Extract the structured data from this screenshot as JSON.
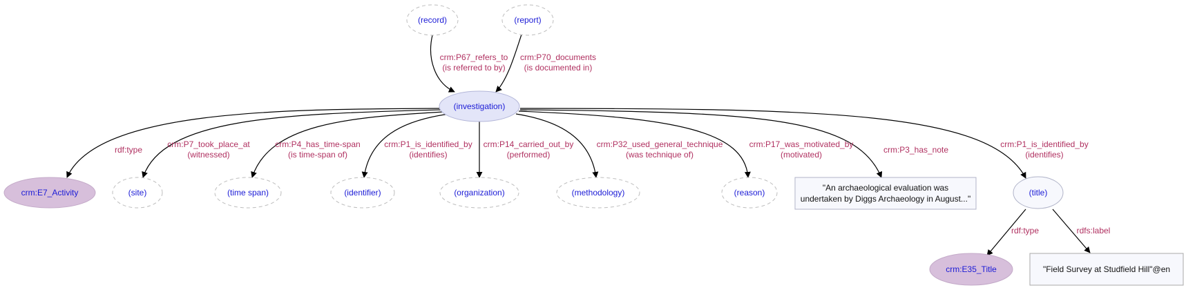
{
  "nodes": {
    "record": "(record)",
    "report": "(report)",
    "investigation": "(investigation)",
    "activity": "crm:E7_Activity",
    "site": "(site)",
    "timespan": "(time span)",
    "identifier": "(identifier)",
    "organization": "(organization)",
    "methodology": "(methodology)",
    "reason": "(reason)",
    "note": [
      "\"An archaeological evaluation was",
      "undertaken by Diggs Archaeology in August...\""
    ],
    "title": "(title)",
    "title_type": "crm:E35_Title",
    "title_label": "\"Field Survey at Studfield Hill\"@en"
  },
  "edges": {
    "record_inv": [
      "crm:P67_refers_to",
      "(is referred to by)"
    ],
    "report_inv": [
      "crm:P70_documents",
      "(is documented in)"
    ],
    "type": [
      "rdf:type"
    ],
    "site": [
      "crm:P7_took_place_at",
      "(witnessed)"
    ],
    "timespan": [
      "crm:P4_has_time-span",
      "(is time-span of)"
    ],
    "identifier": [
      "crm:P1_is_identified_by",
      "(identifies)"
    ],
    "organization": [
      "crm:P14_carried_out_by",
      "(performed)"
    ],
    "methodology": [
      "crm:P32_used_general_technique",
      "(was technique of)"
    ],
    "reason": [
      "crm:P17_was_motivated_by",
      "(motivated)"
    ],
    "note": [
      "crm:P3_has_note"
    ],
    "title": [
      "crm:P1_is_identified_by",
      "(identifies)"
    ],
    "title_type": [
      "rdf:type"
    ],
    "title_label": [
      "rdfs:label"
    ]
  }
}
